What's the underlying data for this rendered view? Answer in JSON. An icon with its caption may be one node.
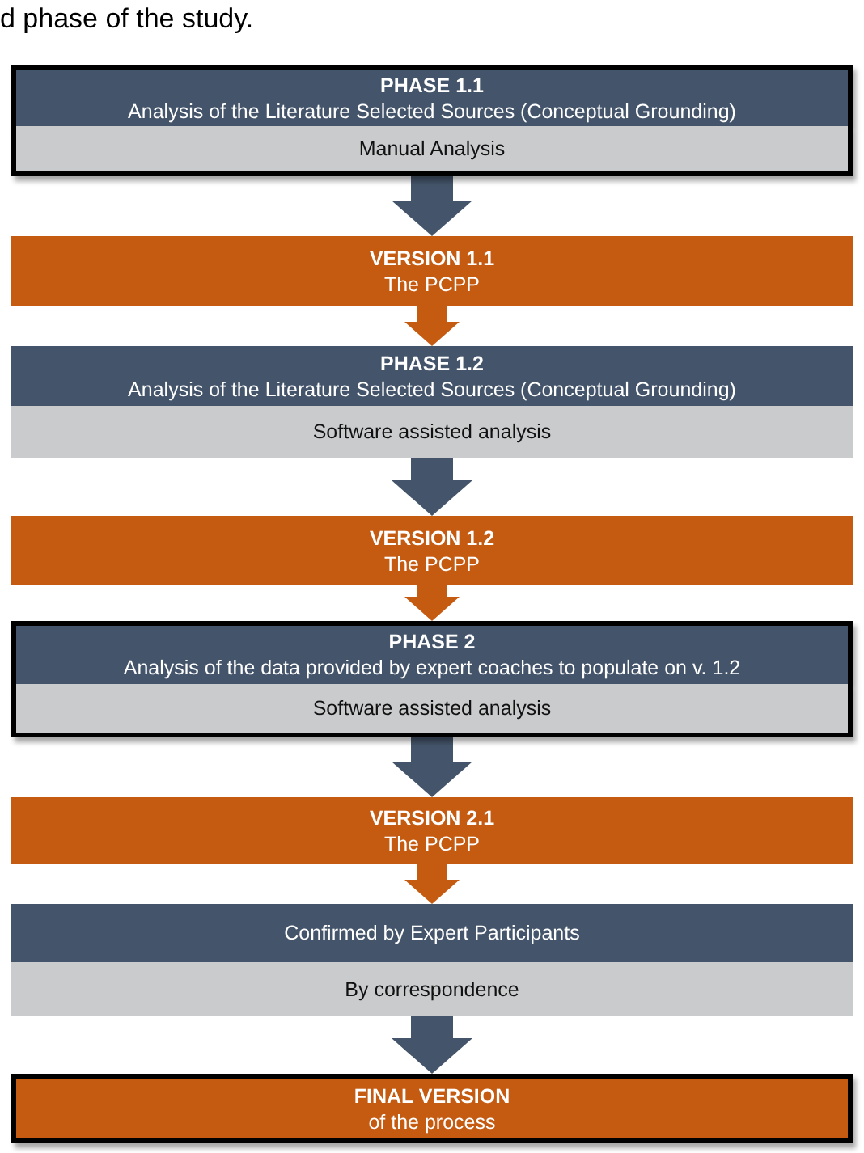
{
  "diagram": {
    "nodes": [
      {
        "text": [
          "PHASE 1.1",
          "Analysis of the Literature Selected Sources (Conceptual Grounding)"
        ]
      },
      {
        "text": [
          "Manual Analysis"
        ]
      },
      {
        "text": [
          "VERSION 1.1",
          "The PCPP"
        ]
      },
      {
        "text": [
          "PHASE 1.2",
          "Analysis of the Literature Selected Sources (Conceptual Grounding)"
        ]
      },
      {
        "text": [
          "Software assisted analysis"
        ]
      },
      {
        "text": [
          "VERSION 1.2",
          "The PCPP"
        ]
      },
      {
        "text": [
          "PHASE 2",
          "Analysis of the data provided by expert coaches to populate on v. 1.2"
        ]
      },
      {
        "text": [
          "Software assisted analysis"
        ]
      },
      {
        "text": [
          "VERSION 2.1",
          "The PCPP"
        ]
      },
      {
        "text": [
          "Confirmed by Expert Participants"
        ]
      },
      {
        "text": [
          "By correspondence"
        ]
      },
      {
        "text": [
          "FINAL VERSION",
          "of the process"
        ]
      }
    ],
    "edges": [
      {
        "from": 1,
        "to": 2,
        "arrow": "to"
      },
      {
        "from": 2,
        "to": 3,
        "arrow": "to",
        "color": "#c55a11"
      },
      {
        "from": 4,
        "to": 5,
        "arrow": "to"
      },
      {
        "from": 5,
        "to": 6,
        "arrow": "to",
        "color": "#c55a11"
      },
      {
        "from": 7,
        "to": 8,
        "arrow": "to"
      },
      {
        "from": 8,
        "to": 9,
        "arrow": "to",
        "color": "#c55a11"
      },
      {
        "from": 10,
        "to": 11,
        "arrow": "to"
      }
    ],
    "labels": [
      "d phase of the study."
    ]
  }
}
